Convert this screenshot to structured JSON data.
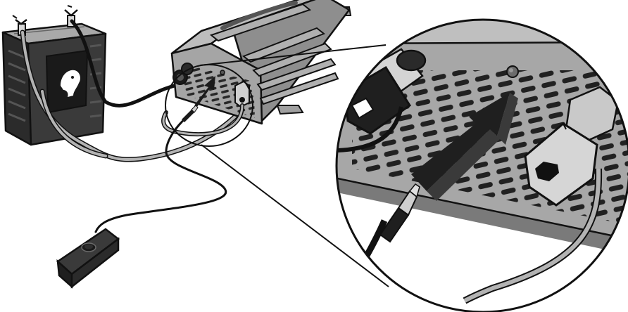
{
  "diagram": {
    "components": [
      {
        "id": "battery",
        "icon": "battery-icon"
      },
      {
        "id": "amplifier",
        "icon": "amplifier-icon"
      },
      {
        "id": "remote-switch",
        "icon": "power-button-icon"
      },
      {
        "id": "input-connector",
        "icon": "coaxial-connector-icon"
      },
      {
        "id": "power-jack",
        "icon": "power-jack-icon"
      },
      {
        "id": "indicator-led",
        "icon": "led-icon"
      },
      {
        "id": "dc-plug",
        "icon": "dc-plug-icon"
      }
    ],
    "callout": "zoomed-detail",
    "arrow": "insert-direction",
    "colors": {
      "outline": "#111111",
      "body_gray": "#9a9a9a",
      "light_gray": "#c8c8c8",
      "dark": "#1a1a1a",
      "cable_gray": "#a8a8a8"
    }
  }
}
